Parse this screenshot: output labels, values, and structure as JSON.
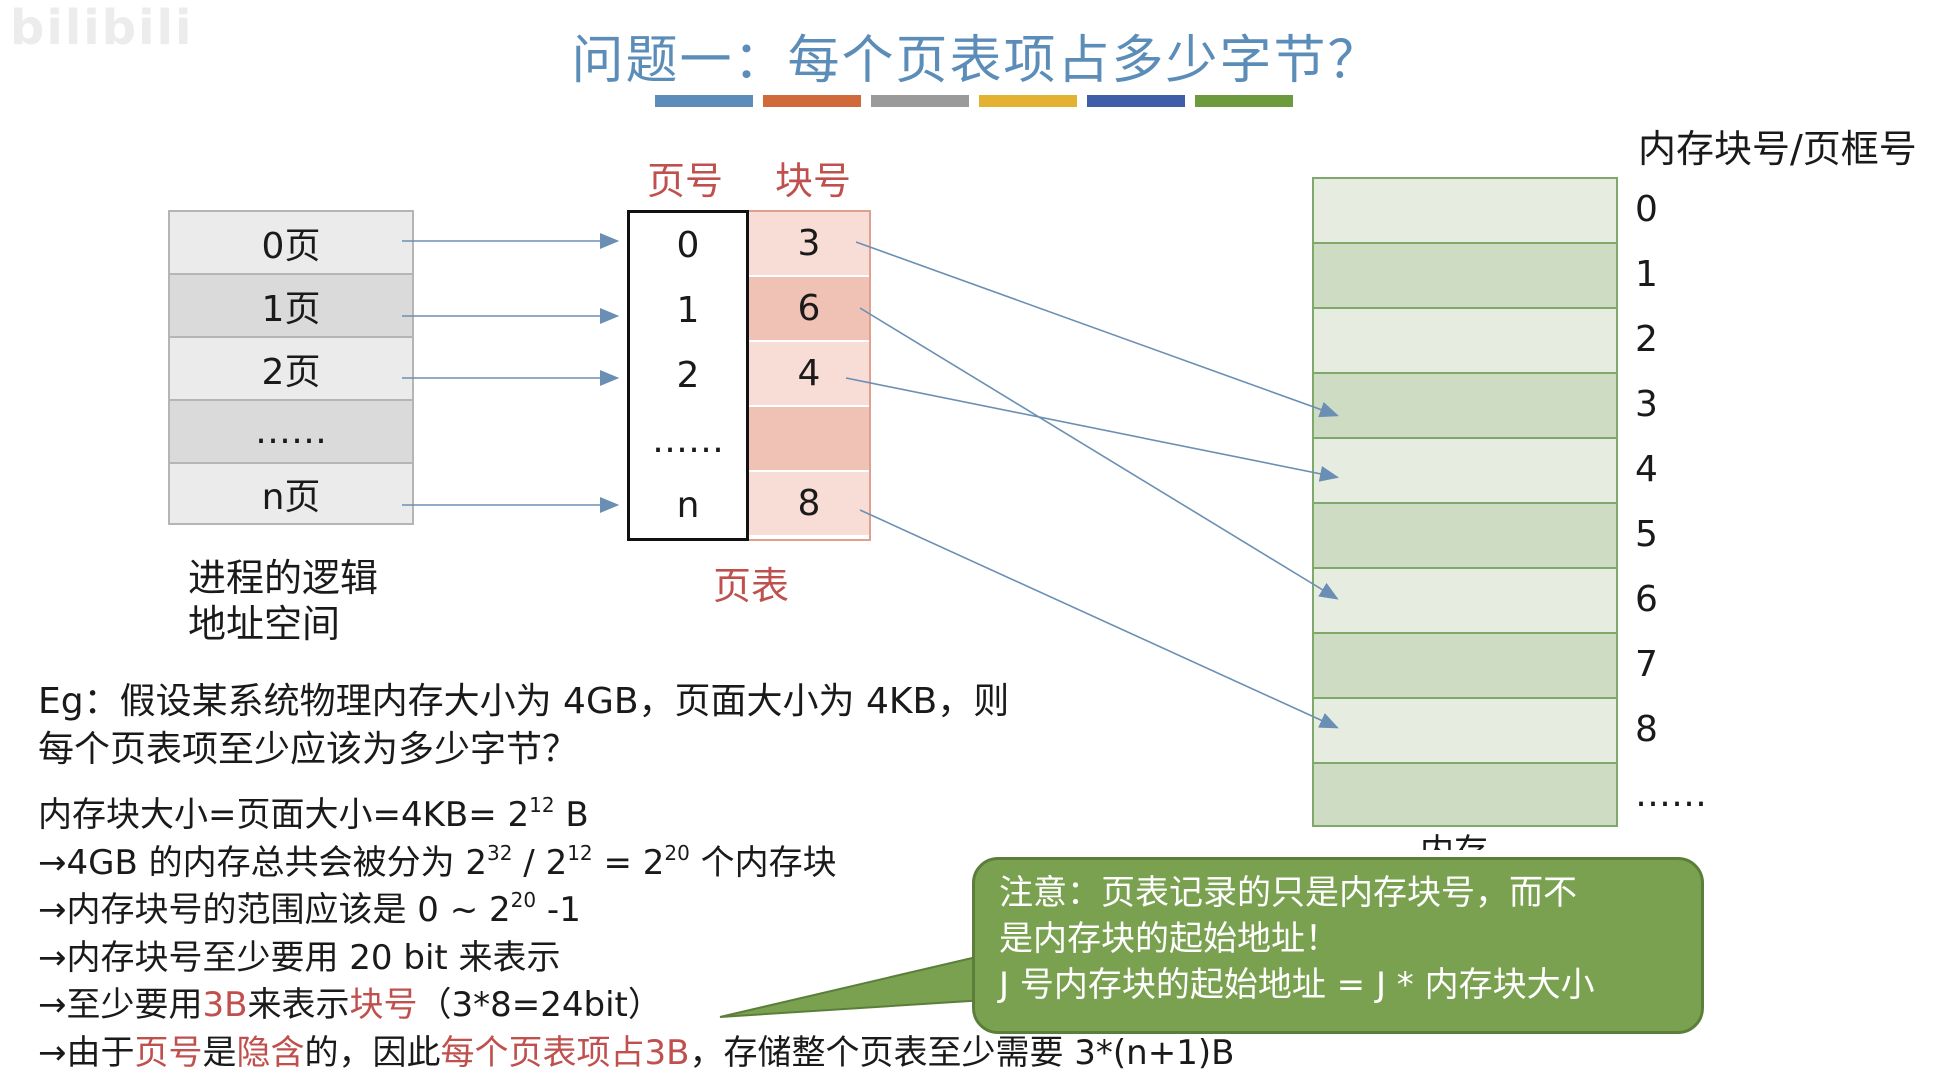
{
  "watermark": "bilibili",
  "title": "问题一：每个页表项占多少字节？",
  "color_bars": [
    "#5b8db8",
    "#d06a3a",
    "#9a9a9a",
    "#e4b233",
    "#3e5ea8",
    "#6e9a3e"
  ],
  "page_table": {
    "header_page": "页号",
    "header_block": "块号",
    "caption": "页表",
    "rows": [
      {
        "page": "0",
        "block": "3"
      },
      {
        "page": "1",
        "block": "6"
      },
      {
        "page": "2",
        "block": "4"
      },
      {
        "page": "……",
        "block": ""
      },
      {
        "page": "n",
        "block": "8"
      }
    ]
  },
  "logical_space": {
    "rows": [
      "0页",
      "1页",
      "2页",
      "……",
      "n页"
    ],
    "caption_line1": "进程的逻辑",
    "caption_line2": "地址空间"
  },
  "memory": {
    "header": "内存块号/页框号",
    "numbers": [
      "0",
      "1",
      "2",
      "3",
      "4",
      "5",
      "6",
      "7",
      "8",
      "……"
    ],
    "caption": "内存"
  },
  "question": {
    "line1": "Eg：假设某系统物理内存大小为 4GB，页面大小为 4KB，则",
    "line2": "每个页表项至少应该为多少字节？"
  },
  "calc": {
    "l1_a": "内存块大小=页面大小=4KB= 2",
    "l1_sup": "12",
    "l1_b": " B",
    "l2_a": "→4GB 的内存总共会被分为 2",
    "l2_s1": "32",
    "l2_b": " / 2",
    "l2_s2": "12",
    "l2_c": " = 2",
    "l2_s3": "20",
    "l2_d": " 个内存块",
    "l3_a": "→内存块号的范围应该是 0 ~ 2",
    "l3_sup": "20",
    "l3_b": " -1",
    "l4": "→内存块号至少要用 20 bit 来表示",
    "l5_a": "→至少要用",
    "l5_red1": "3B",
    "l5_b": "来表示",
    "l5_red2": "块号",
    "l5_c": "（3*8=24bit）",
    "l6_a": "→由于",
    "l6_red1": "页号",
    "l6_b": "是",
    "l6_red2": "隐含",
    "l6_c": "的，因此",
    "l6_red3": "每个页表项占3B",
    "l6_d": "，存储整个页表至少需要 3*(n+1)B"
  },
  "callout": {
    "line1": "注意：页表记录的只是内存块号，而不",
    "line2": "是内存块的起始地址！",
    "line3": "J 号内存块的起始地址 = J * 内存块大小"
  }
}
